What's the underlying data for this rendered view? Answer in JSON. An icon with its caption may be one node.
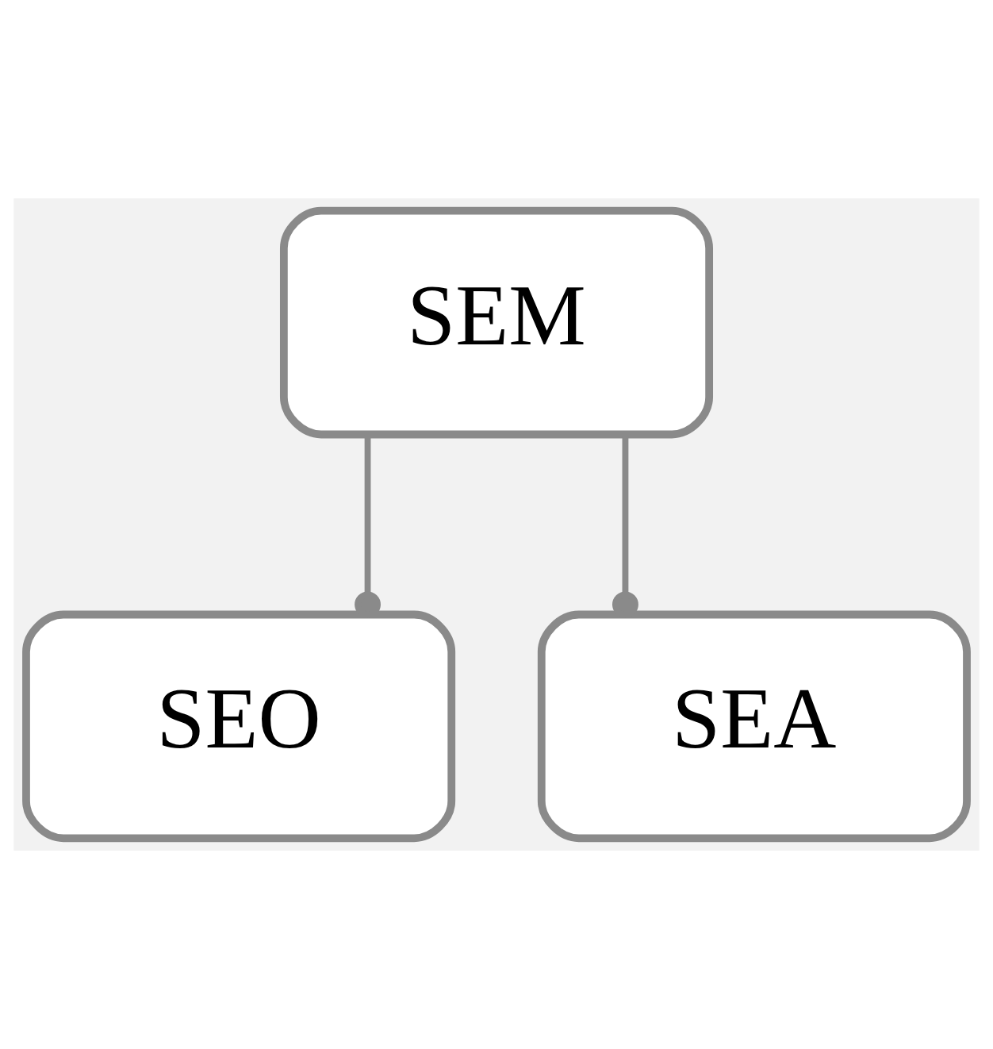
{
  "diagram": {
    "nodes": [
      {
        "text": [
          "SEM"
        ]
      },
      {
        "text": [
          "SEO"
        ]
      },
      {
        "text": [
          "SEA"
        ]
      }
    ],
    "edges": [
      {
        "from": 0,
        "to": 1,
        "arrow": "other"
      },
      {
        "from": 0,
        "to": 2,
        "arrow": "other"
      }
    ]
  }
}
